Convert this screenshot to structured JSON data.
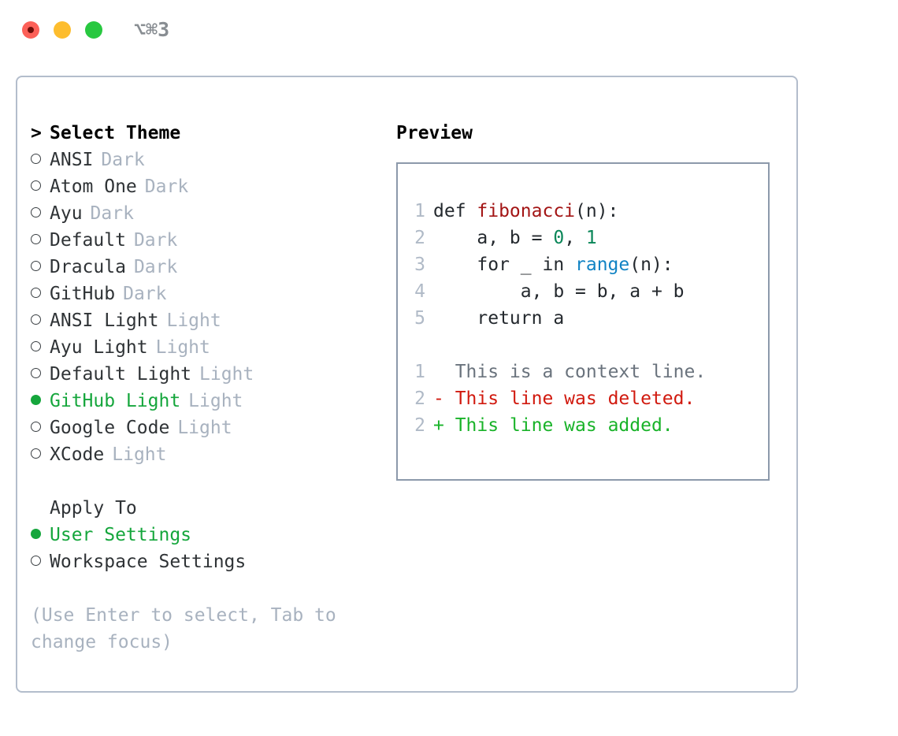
{
  "window": {
    "title": "⌥⌘3",
    "controls": [
      "close",
      "minimize",
      "maximize"
    ]
  },
  "theme_picker": {
    "header_prefix": ">",
    "header": "Select Theme",
    "items": [
      {
        "name": "ANSI",
        "badge": "Dark",
        "selected": false
      },
      {
        "name": "Atom One",
        "badge": "Dark",
        "selected": false
      },
      {
        "name": "Ayu",
        "badge": "Dark",
        "selected": false
      },
      {
        "name": "Default",
        "badge": "Dark",
        "selected": false
      },
      {
        "name": "Dracula",
        "badge": "Dark",
        "selected": false
      },
      {
        "name": "GitHub",
        "badge": "Dark",
        "selected": false
      },
      {
        "name": "ANSI Light",
        "badge": "Light",
        "selected": false
      },
      {
        "name": "Ayu Light",
        "badge": "Light",
        "selected": false
      },
      {
        "name": "Default Light",
        "badge": "Light",
        "selected": false
      },
      {
        "name": "GitHub Light",
        "badge": "Light",
        "selected": true
      },
      {
        "name": "Google Code",
        "badge": "Light",
        "selected": false
      },
      {
        "name": "XCode",
        "badge": "Light",
        "selected": false
      }
    ]
  },
  "apply_to": {
    "header": "Apply To",
    "options": [
      {
        "name": "User Settings",
        "selected": true
      },
      {
        "name": "Workspace Settings",
        "selected": false
      }
    ]
  },
  "hint": "(Use Enter to select, Tab to change focus)",
  "preview": {
    "title": "Preview",
    "code_lines": [
      {
        "number": "1",
        "tokens": [
          {
            "text": "def ",
            "type": "keyword"
          },
          {
            "text": "fibonacci",
            "type": "function"
          },
          {
            "text": "(n):",
            "type": "plain"
          }
        ]
      },
      {
        "number": "2",
        "tokens": [
          {
            "text": "    a, b = ",
            "type": "plain"
          },
          {
            "text": "0",
            "type": "number"
          },
          {
            "text": ", ",
            "type": "plain"
          },
          {
            "text": "1",
            "type": "number"
          }
        ]
      },
      {
        "number": "3",
        "tokens": [
          {
            "text": "    for _ in ",
            "type": "plain"
          },
          {
            "text": "range",
            "type": "builtin"
          },
          {
            "text": "(n):",
            "type": "plain"
          }
        ]
      },
      {
        "number": "4",
        "tokens": [
          {
            "text": "        a, b = b, a + b",
            "type": "plain"
          }
        ]
      },
      {
        "number": "5",
        "tokens": [
          {
            "text": "    return a",
            "type": "plain"
          }
        ]
      }
    ],
    "diff_lines": [
      {
        "number": "1",
        "marker": "  ",
        "text": "This is a context line.",
        "type": "context"
      },
      {
        "number": "2",
        "marker": "- ",
        "text": "This line was deleted.",
        "type": "deleted"
      },
      {
        "number": "2",
        "marker": "+ ",
        "text": "This line was added.",
        "type": "added"
      }
    ]
  },
  "colors": {
    "accent_green": "#15a63c",
    "muted": "#a8b2bf",
    "panel_border": "#b3bdcc",
    "preview_border": "#8c99ab",
    "diff_delete": "#d11a0f",
    "diff_add": "#19b329",
    "syntax_function": "#a31515",
    "syntax_number": "#098658",
    "syntax_builtin": "#1183c4"
  }
}
